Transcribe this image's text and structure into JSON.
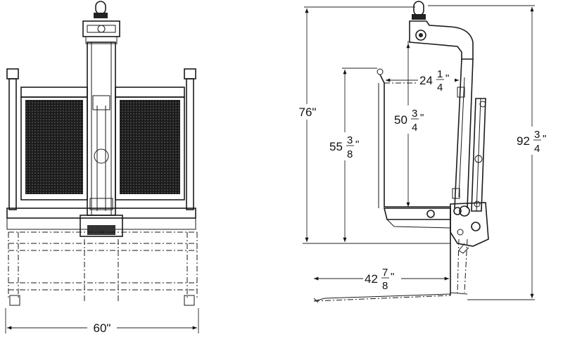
{
  "drawing": {
    "front_view": {
      "width_dimension": "60\""
    },
    "side_view": {
      "dimensions": {
        "overall_height": {
          "whole": "92",
          "num": "3",
          "den": "4",
          "unit": "\""
        },
        "mast_height": {
          "value": "76\""
        },
        "backrest_height": {
          "whole": "55",
          "num": "3",
          "den": "8",
          "unit": "\""
        },
        "inner_height": {
          "whole": "50",
          "num": "3",
          "den": "4",
          "unit": "\""
        },
        "top_offset": {
          "whole": "24",
          "num": "1",
          "den": "4",
          "unit": "\""
        },
        "fork_length": {
          "whole": "42",
          "num": "7",
          "den": "8",
          "unit": "\""
        }
      }
    }
  }
}
